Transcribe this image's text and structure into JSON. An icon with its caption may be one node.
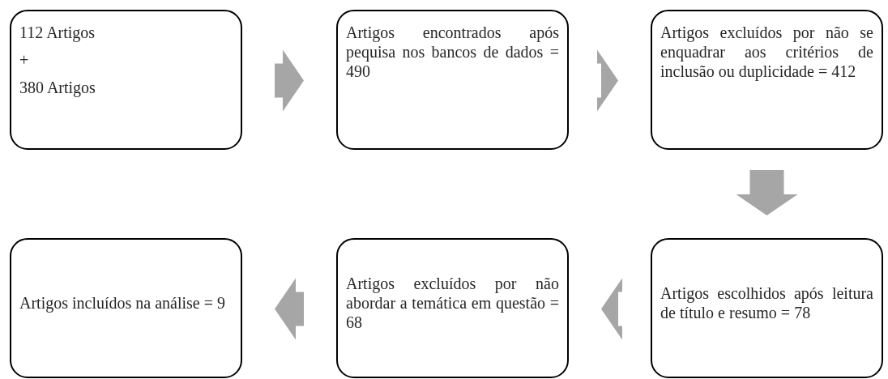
{
  "diagram": {
    "nodes": [
      {
        "text": [
          "112 Artigos",
          "+",
          "380 Artigos"
        ]
      },
      {
        "text": [
          "Artigos encontrados após pequisa nos bancos de dados = 490"
        ]
      },
      {
        "text": [
          "Artigos excluídos por não se enquadrar aos critérios de inclusão ou duplicidade = 412"
        ]
      },
      {
        "text": [
          "Artigos incluídos na análise = 9"
        ]
      },
      {
        "text": [
          "Artigos excluídos por não abordar a temática em questão = 68"
        ]
      },
      {
        "text": [
          "Artigos escolhidos após leitura de título e resumo = 78"
        ]
      }
    ],
    "edges": [
      {
        "from": 0,
        "to": 1,
        "arrow": "to"
      },
      {
        "from": 1,
        "to": 2,
        "arrow": "to"
      },
      {
        "from": 2,
        "to": 5,
        "arrow": "to"
      },
      {
        "from": 5,
        "to": 4,
        "arrow": "to"
      },
      {
        "from": 4,
        "to": 3,
        "arrow": "to"
      }
    ]
  }
}
